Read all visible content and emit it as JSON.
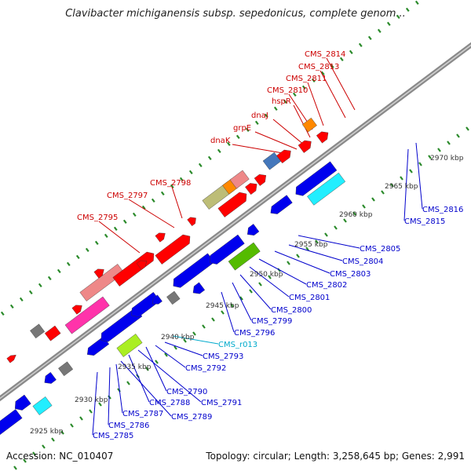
{
  "title": "Clavibacter michiganensis subsp. sepedonicus, complete genom...",
  "footer": {
    "accession": "Accession: NC_010407",
    "summary": "Topology: circular; Length: 3,258,645 bp; Genes: 2,991"
  },
  "colors": {
    "backbone": "#8a8a8a",
    "tick_outer": "#2a8a2a",
    "label_forward": "#cc0000",
    "label_reverse": "#0000cc",
    "label_rna": "#00aacc",
    "gene_red": "#ff0000",
    "gene_blue": "#0000ee",
    "gene_magenta": "#ff33aa",
    "gene_cyan": "#22eeff",
    "gene_green": "#55bb00",
    "gene_lime": "#aaee22",
    "gene_khaki": "#bdbd77",
    "gene_orange": "#ff8800",
    "gene_gray": "#777777",
    "gene_steelblue": "#4477bb",
    "gene_pink": "#ee8888"
  },
  "kbp_ticks": [
    {
      "label": "2925 kbp"
    },
    {
      "label": "2930 kbp"
    },
    {
      "label": "2935 kbp"
    },
    {
      "label": "2940 kbp"
    },
    {
      "label": "2945 kbp"
    },
    {
      "label": "2950 kbp"
    },
    {
      "label": "2955 kbp"
    },
    {
      "label": "2960 kbp"
    },
    {
      "label": "2965 kbp"
    },
    {
      "label": "2970 kbp"
    }
  ],
  "forward_labels": [
    "CMS_2814",
    "CMS_2813",
    "CMS_2811",
    "CMS_2810",
    "hspR",
    "dnaJ",
    "grpE",
    "dnaK",
    "CMS_2798",
    "CMS_2797",
    "CMS_2795"
  ],
  "reverse_labels": [
    "CMS_2816",
    "CMS_2815",
    "CMS_2805",
    "CMS_2804",
    "CMS_2803",
    "CMS_2802",
    "CMS_2801",
    "CMS_2800",
    "CMS_2799",
    "CMS_2796",
    "CMS_r013",
    "CMS_2793",
    "CMS_2792",
    "CMS_2790",
    "CMS_2791",
    "CMS_2788",
    "CMS_2789",
    "CMS_2787",
    "CMS_2786",
    "CMS_2785"
  ]
}
